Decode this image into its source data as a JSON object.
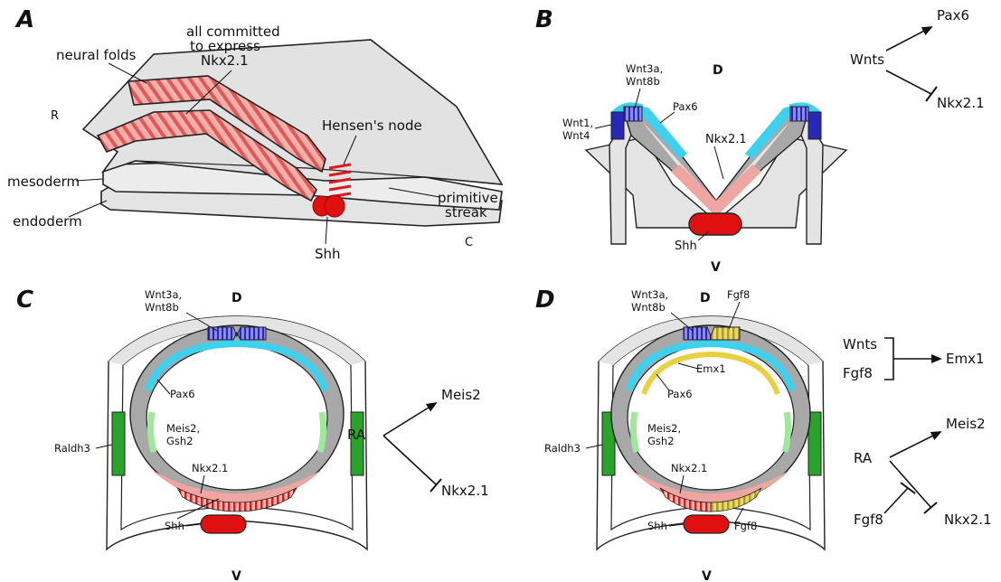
{
  "panel_a": {
    "letter": "A",
    "label_r": "R",
    "label_c": "C",
    "neural_folds": "neural folds",
    "committed_line1": "all committed",
    "committed_line2": "to express",
    "committed_line3": "Nkx2.1",
    "hensens_node": "Hensen's node",
    "mesoderm": "mesoderm",
    "endoderm": "endoderm",
    "primitive_line1": "primitive",
    "primitive_line2": "streak",
    "shh": "Shh"
  },
  "panel_b": {
    "letter": "B",
    "dorsal": "D",
    "ventral": "V",
    "wnt3a": "Wnt3a,",
    "wnt8b": "Wnt8b",
    "wnt1": "Wnt1,",
    "wnt4": "Wnt4",
    "pax6": "Pax6",
    "nkx": "Nkx2.1",
    "shh": "Shh",
    "pathway": {
      "source": "Wnts",
      "activates": "Pax6",
      "inhibits": "Nkx2.1"
    }
  },
  "panel_c": {
    "letter": "C",
    "dorsal": "D",
    "ventral": "V",
    "wnt3a": "Wnt3a,",
    "wnt8b": "Wnt8b",
    "pax6": "Pax6",
    "meis2": "Meis2,",
    "gsh2": "Gsh2",
    "raldh3": "Raldh3",
    "nkx": "Nkx2.1",
    "shh": "Shh",
    "pathway": {
      "source": "RA",
      "activates": "Meis2",
      "inhibits": "Nkx2.1"
    }
  },
  "panel_d": {
    "letter": "D",
    "dorsal": "D",
    "ventral": "V",
    "wnt3a": "Wnt3a,",
    "wnt8b": "Wnt8b",
    "fgf8_top": "Fgf8",
    "emx1": "Emx1",
    "pax6": "Pax6",
    "meis2": "Meis2,",
    "gsh2": "Gsh2",
    "raldh3": "Raldh3",
    "nkx": "Nkx2.1",
    "shh": "Shh",
    "fgf8_bottom": "Fgf8",
    "pathway1": {
      "source_a": "Wnts",
      "source_b": "Fgf8",
      "target": "Emx1"
    },
    "pathway2": {
      "source": "RA",
      "activates": "Meis2",
      "inhibitor": "Fgf8",
      "inhibits": "Nkx2.1"
    }
  },
  "colors": {
    "tissue_gray": "#e2e2e2",
    "dark_gray": "#a8a8a8",
    "cyan_pax6": "#3fd0ee",
    "blue_wnt": "#3a3ac8",
    "pink_nkx": "#f0a6a0",
    "red_shh": "#e01010",
    "green_raldh3": "#2aa32a",
    "lightgreen_meis": "#9ee89a",
    "yellow_fgf": "#e8d040",
    "olive_fgf": "#c8b038"
  }
}
